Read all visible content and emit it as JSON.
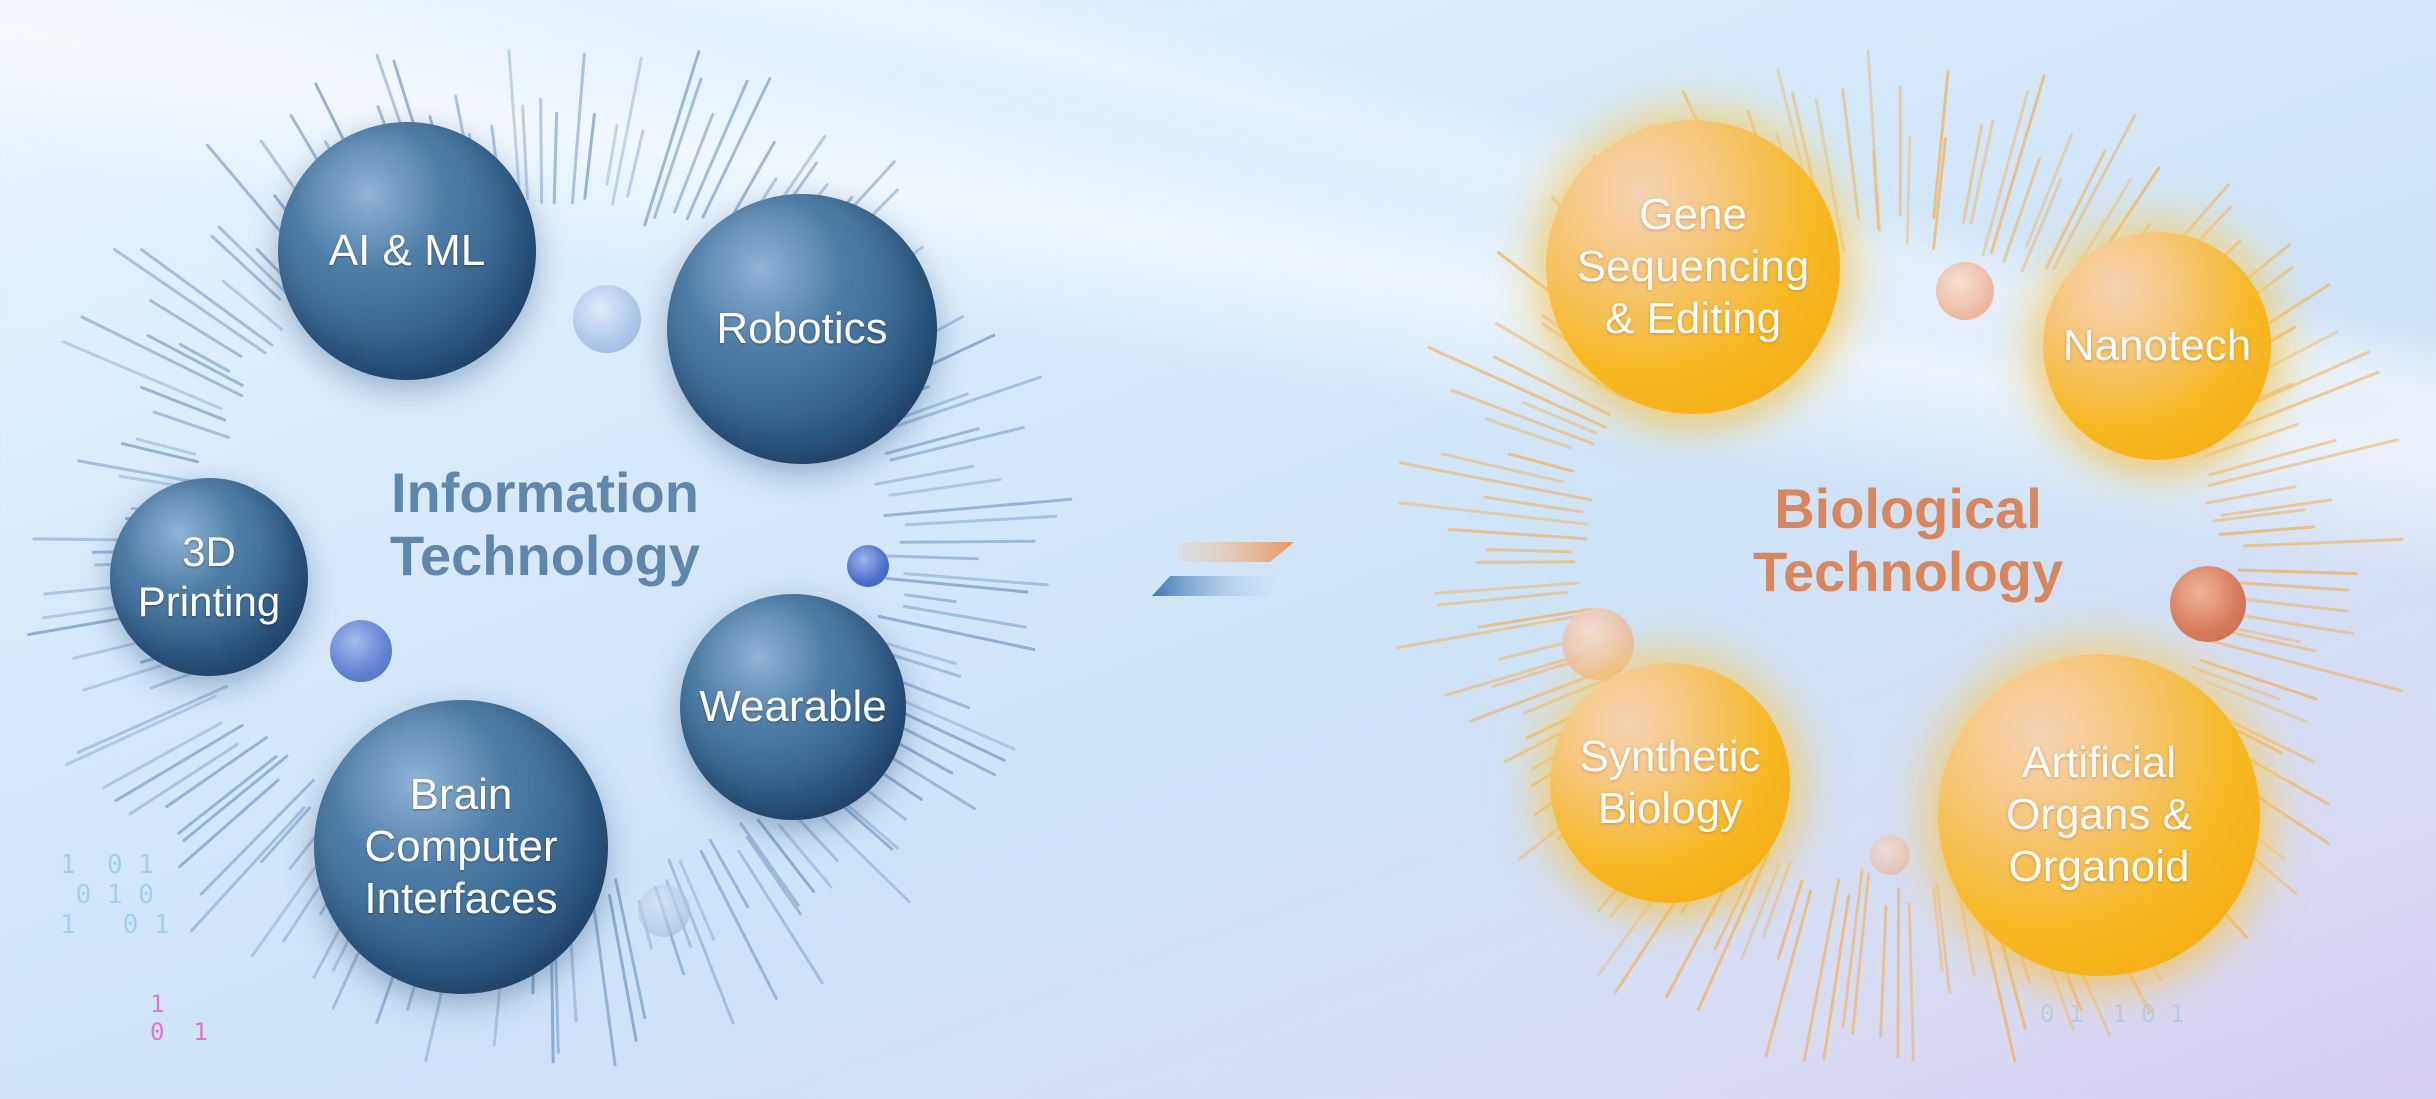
{
  "information_technology": {
    "title": "Information\nTechnology",
    "color": "#5f87ae",
    "nodes": [
      {
        "id": "ai-ml",
        "label": "AI & ML"
      },
      {
        "id": "robotics",
        "label": "Robotics"
      },
      {
        "id": "3d-printing",
        "label": "3D\nPrinting"
      },
      {
        "id": "wearable",
        "label": "Wearable"
      },
      {
        "id": "brain-computer-interfaces",
        "label": "Brain\nComputer\nInterfaces"
      }
    ]
  },
  "biological_technology": {
    "title": "Biological\nTechnology",
    "color": "#d9865c",
    "nodes": [
      {
        "id": "gene-sequencing",
        "label": "Gene\nSequencing\n& Editing"
      },
      {
        "id": "nanotech",
        "label": "Nanotech"
      },
      {
        "id": "synthetic-biology",
        "label": "Synthetic\nBiology"
      },
      {
        "id": "artificial-organs",
        "label": "Artificial\nOrgans &\nOrganoid"
      }
    ]
  },
  "connector": {
    "icon": "bidirectional-arrows-icon",
    "colors": [
      "#e8965f",
      "#3a78b8"
    ]
  },
  "colors": {
    "blue_sphere": "#2f5d87",
    "orange_sphere": "#f7b923",
    "blue_rays": "#6f95bf",
    "orange_rays": "#f3b25a"
  }
}
